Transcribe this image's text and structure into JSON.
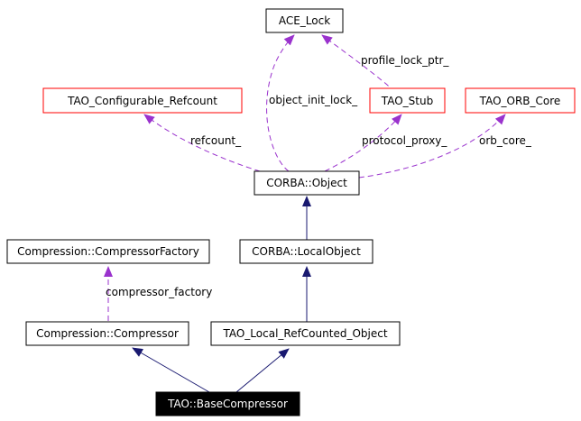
{
  "colors": {
    "node_border_default": "#000000",
    "node_border_red": "#ff0000",
    "node_fill_focus": "#000000",
    "node_text_focus": "#ffffff",
    "node_text_default": "#000000",
    "usage_edge": "#9a32cd",
    "inheritance_edge": "#191970"
  },
  "nodes": {
    "ace_lock": "ACE_Lock",
    "tao_configurable_refcount": "TAO_Configurable_Refcount",
    "tao_stub": "TAO_Stub",
    "tao_orb_core": "TAO_ORB_Core",
    "corba_object": "CORBA::Object",
    "compressor_factory": "Compression::CompressorFactory",
    "corba_local_object": "CORBA::LocalObject",
    "compressor": "Compression::Compressor",
    "tao_local_refcounted_object": "TAO_Local_RefCounted_Object",
    "tao_base_compressor": "TAO::BaseCompressor"
  },
  "edge_labels": {
    "profile_lock_ptr": "profile_lock_ptr_",
    "object_init_lock": "object_init_lock_",
    "refcount": "refcount_",
    "protocol_proxy": "protocol_proxy_",
    "orb_core": "orb_core_",
    "compressor_factory": "compressor_factory"
  }
}
